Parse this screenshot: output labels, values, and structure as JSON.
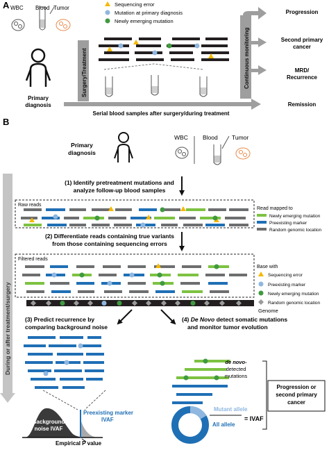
{
  "panel_a": {
    "label": "A",
    "wbc": "WBC",
    "blood": "Blood",
    "tumor": "Tumor",
    "legend": {
      "sequencing_error": "Sequencing error",
      "mutation_primary": "Mutation at primary diagnosis",
      "newly_emerging": "Newly emerging mutation"
    },
    "primary_diagnosis": [
      "Primary",
      "diagnosis"
    ],
    "surgery_treatment": "Surgery/Treatment",
    "continuous_monitoring": "Continuous monitoring",
    "serial_samples": "Serial blood samples after surgery/during treatment",
    "outcomes": {
      "progression": "Progression",
      "second_primary": [
        "Second primary",
        "cancer"
      ],
      "mrd": [
        "MRD/",
        "Recurrence"
      ],
      "remission": "Remission"
    }
  },
  "panel_b": {
    "label": "B",
    "primary_diagnosis": [
      "Primary",
      "diagnosis"
    ],
    "wbc": "WBC",
    "blood": "Blood",
    "tumor": "Tumor",
    "side_arrow": "During or after treatment/surgery",
    "step1": [
      "(1) Identify pretreatment mutations and",
      "analyze follow-up blood samples"
    ],
    "raw_reads": "Raw reads",
    "read_mapped_to": "Read mapped to",
    "legend1": {
      "newly": "Newly emerging mutation",
      "preexisting": "Preexisting marker",
      "random": "Random genomic location"
    },
    "step2": [
      "(2) Differentiate reads containing true variants",
      "from those containing sequencing errors"
    ],
    "filtered_reads": "Filtered reads",
    "base_with": "Base with",
    "legend2": {
      "seq_error": "Sequencing error",
      "preexisting": "Preexisting marker",
      "newly": "Newly emerging mutation",
      "random": "Random genomic location"
    },
    "genome": "Genome",
    "step3": [
      "(3) Predict recurrence by",
      "comparing background noise"
    ],
    "step4_prefix": "(4) ",
    "step4_italic": "De Novo",
    "step4_rest": " detect somatic mutations",
    "step4_line2": "and monitor tumor evolution",
    "preexisting_ivaf": [
      "Preexisting marker",
      "IVAF"
    ],
    "background_noise": [
      "Background",
      "noise IVAF"
    ],
    "empirical_p": "Empirical P value",
    "de_novo": [
      "de novo-",
      "detected",
      "mutations"
    ],
    "progression_box": [
      "Progression or",
      "second primary",
      "cancer"
    ],
    "mutant_allele": "Mutant allele",
    "all_allele": "All allele",
    "ivaf_eq": "= IVAF"
  },
  "colors": {
    "green": "#7dc242",
    "blue": "#1f6fb5",
    "gray": "#6d6e70",
    "black": "#231f20",
    "yellow": "#f5b800",
    "light_blue": "#8fb7e0",
    "arrow_gray": "#9e9e9e",
    "orange_tumor": "#e8894a"
  }
}
